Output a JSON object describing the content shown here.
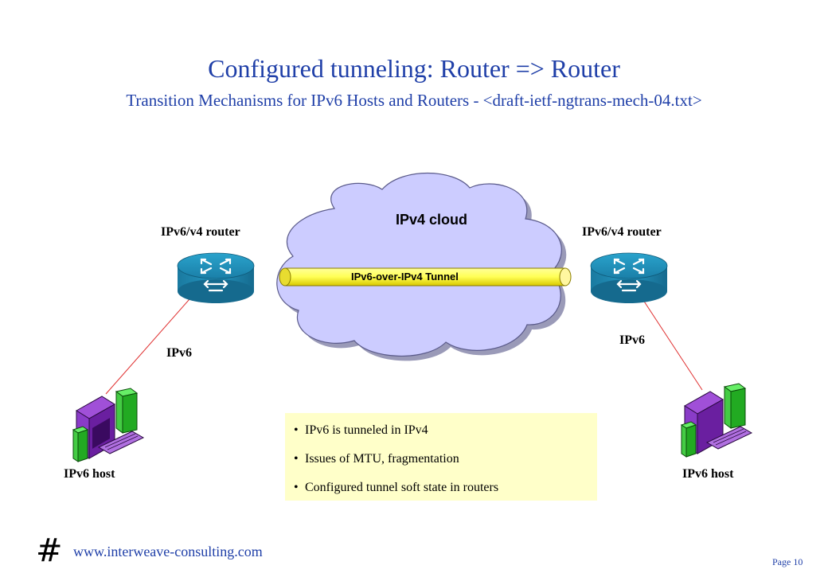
{
  "slide": {
    "title": "Configured tunneling: Router => Router",
    "subtitle": "Transition Mechanisms for IPv6 Hosts and Routers - <draft-ietf-ngtrans-mech-04.txt>"
  },
  "diagram": {
    "cloud_label": "IPv4 cloud",
    "tunnel_label": "IPv6-over-IPv4 Tunnel",
    "left_router_label": "IPv6/v4 router",
    "right_router_label": "IPv6/v4 router",
    "left_link_label": "IPv6",
    "right_link_label": "IPv6",
    "left_host_label": "IPv6 host",
    "right_host_label": "IPv6 host",
    "icons": [
      "router-icon",
      "workstation-icon",
      "cloud-icon",
      "tunnel-pipe-icon"
    ]
  },
  "notes": {
    "bullet": "•",
    "items": [
      "IPv6 is tunneled in IPv4",
      "Issues of MTU, fragmentation",
      "Configured tunnel soft state in routers"
    ]
  },
  "footer": {
    "logo_mark": "#",
    "url": "www.interweave-consulting.com",
    "page": "Page 10"
  },
  "colors": {
    "title": "#1f3fa8",
    "cloud_fill": "#ccccff",
    "tunnel_fill": "#ffff66",
    "router_fill": "#1f8fb8",
    "link_line": "#e03030",
    "notes_fill": "#ffffc9",
    "host_purple": "#7a2bb0",
    "host_green": "#33cc33"
  }
}
